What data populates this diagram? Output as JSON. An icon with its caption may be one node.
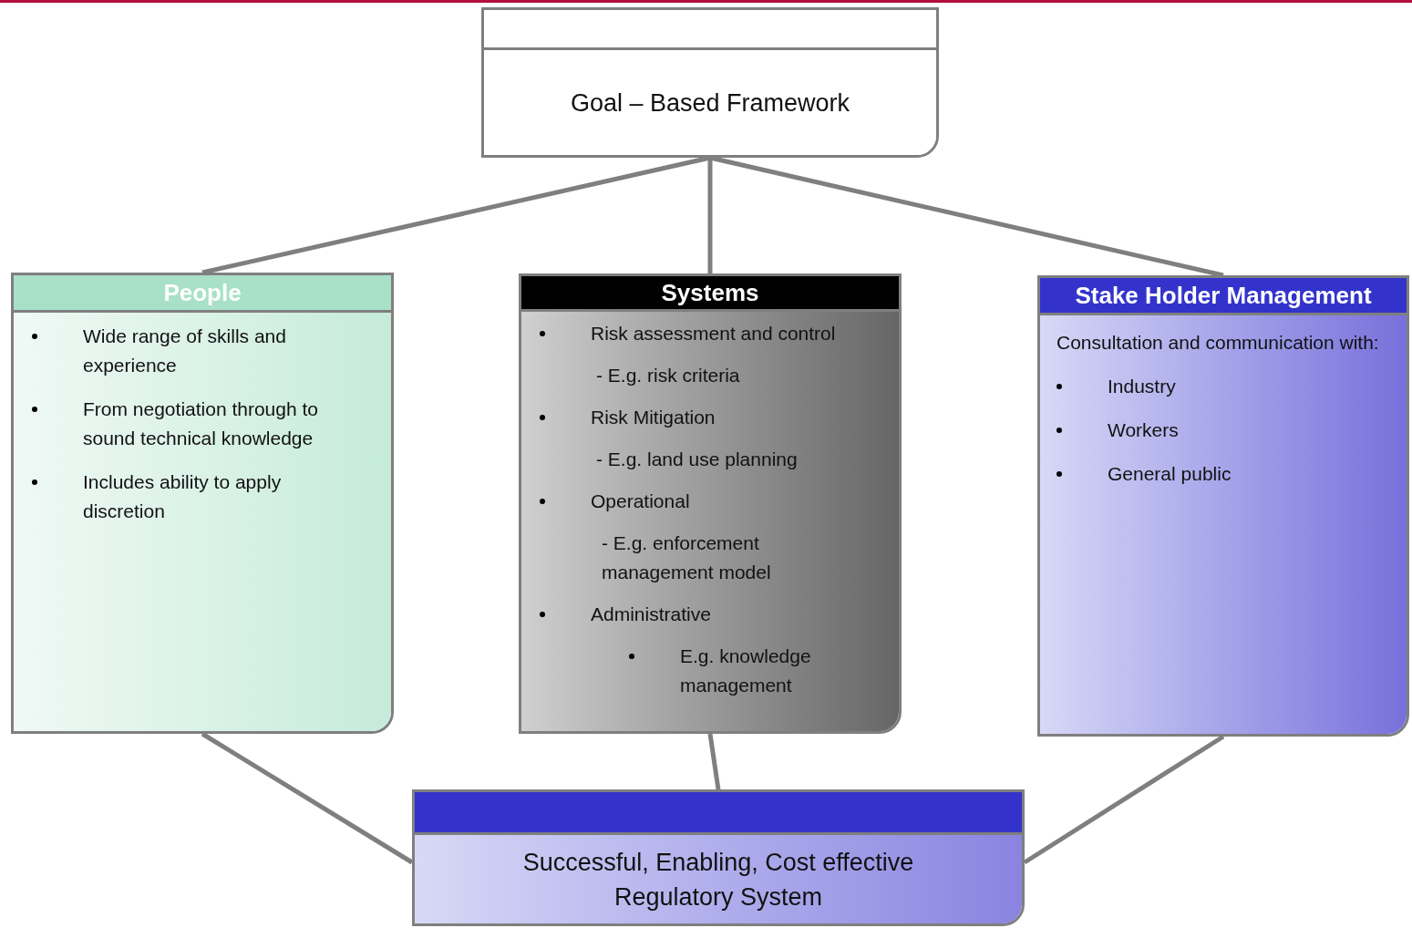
{
  "diagram": {
    "nodes": [
      {
        "text": [
          "Goal – Based Framework"
        ]
      },
      {
        "text": [
          "People",
          "Wide range of skills and experience",
          "From negotiation through to sound technical knowledge",
          "Includes ability to apply discretion"
        ]
      },
      {
        "text": [
          "Systems",
          "Risk assessment and control",
          "- E.g. risk criteria",
          "Risk Mitigation",
          "- E.g. land use planning",
          "Operational",
          "- E.g. enforcement management model",
          "Administrative",
          "E.g. knowledge management"
        ]
      },
      {
        "text": [
          "Stake Holder Management",
          "Consultation and communication with:",
          "Industry",
          "Workers",
          "General public"
        ]
      },
      {
        "text": [
          "Successful, Enabling, Cost effective Regulatory System"
        ]
      }
    ],
    "edges": [
      {
        "from": 0,
        "to": 1,
        "arrow": "none"
      },
      {
        "from": 0,
        "to": 2,
        "arrow": "none"
      },
      {
        "from": 0,
        "to": 3,
        "arrow": "none"
      },
      {
        "from": 1,
        "to": 4,
        "arrow": "none"
      },
      {
        "from": 2,
        "to": 4,
        "arrow": "none"
      },
      {
        "from": 3,
        "to": 4,
        "arrow": "none"
      }
    ]
  }
}
